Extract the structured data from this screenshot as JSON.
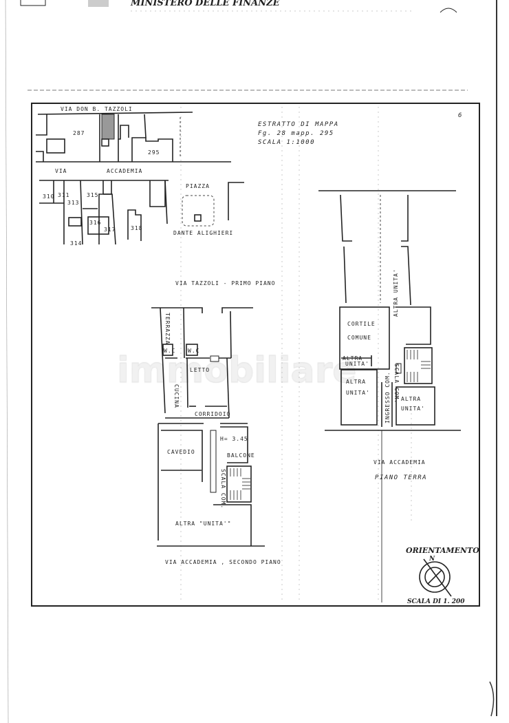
{
  "header": {
    "ministry": "MINISTERO DELLE FINANZE"
  },
  "sheet_number": "6",
  "extract": {
    "line1": "ESTRATTO DI MAPPA",
    "line2": "Fg. 28  mapp. 295",
    "line3": "SCALA 1:1000"
  },
  "site_map": {
    "street_top": "VIA DON B. TAZZOLI",
    "street_mid_1": "VIA",
    "street_mid_2": "ACCADEMIA",
    "square_1": "PIAZZA",
    "square_2": "DANTE ALIGHIERI",
    "parcels": [
      "287",
      "295",
      "310",
      "311",
      "313",
      "315",
      "316",
      "317",
      "318",
      "314"
    ]
  },
  "upper_floor": {
    "title": "VIA TAZZOLI - PRIMO PIANO",
    "rooms": {
      "terrace": "TERRAZZA",
      "wc1": "W.C",
      "wc2": "W.C",
      "bedroom": "LETTO",
      "kitchen": "CUCINA",
      "corridor": "CORRIDOIO",
      "lightwell": "CAVEDIO",
      "height": "H= 3.45",
      "balcony": "BALCONE",
      "stairs": "SCALA COM.",
      "other_unit": "ALTRA \"UNITA'\""
    },
    "street": "VIA ACCADEMIA , SECONDO PIANO"
  },
  "ground_floor": {
    "rooms": {
      "courtyard_1": "CORTILE",
      "courtyard_2": "COMUNE",
      "other_small_1": "ALTRA",
      "other_small_2": "UNITA'",
      "other_left_1": "ALTRA",
      "other_left_2": "UNITA'",
      "entrance": "INGRESSO COM.",
      "stairs": "SCALA COM.",
      "other_right_1": "ALTRA",
      "other_right_2": "UNITA'",
      "other_top": "ALTRA UNITA'"
    },
    "street": "VIA ACCADEMIA",
    "title": "PIANO TERRA"
  },
  "orientation": {
    "label": "ORIENTAMENTO",
    "north": "N",
    "scale": "SCALA DI 1. 200"
  },
  "watermark": "immobiliare"
}
